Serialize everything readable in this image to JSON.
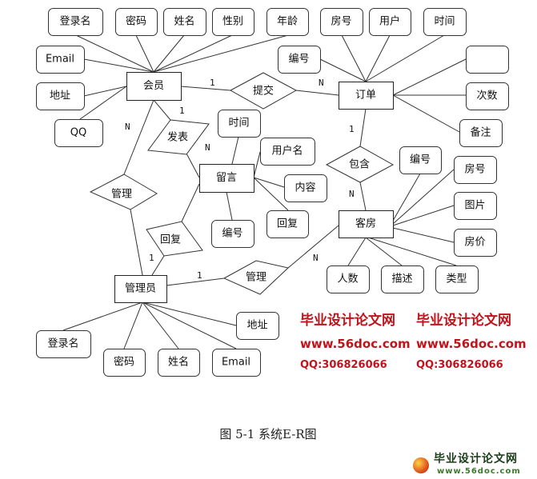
{
  "entities": {
    "member": "会员",
    "order": "订单",
    "message": "留言",
    "room": "客房",
    "admin": "管理员"
  },
  "attributes": {
    "member": [
      "登录名",
      "密码",
      "姓名",
      "性别",
      "年龄",
      "Email",
      "地址",
      "QQ"
    ],
    "order": [
      "房号",
      "用户",
      "时间",
      "编号",
      "",
      "次数",
      "备注"
    ],
    "message": [
      "时间",
      "用户名",
      "内容",
      "回复",
      "编号"
    ],
    "room": [
      "编号",
      "房号",
      "图片",
      "房价",
      "人数",
      "描述",
      "类型"
    ],
    "admin": [
      "登录名",
      "密码",
      "姓名",
      "Email",
      "地址"
    ]
  },
  "relationships": {
    "submit": "提交",
    "publish": "发表",
    "manage_member": "管理",
    "reply": "回复",
    "contain": "包含",
    "manage_room": "管理"
  },
  "cardinalities": {
    "member_submit": "1",
    "submit_order": "N",
    "member_publish": "1",
    "publish_message": "N",
    "member_manage": "N",
    "order_contain": "1",
    "contain_room": "N",
    "reply_admin": "1",
    "admin_manage": "1",
    "manage_room": "N"
  },
  "caption": "图 5-1 系统E-R图",
  "watermarks": {
    "site_cn": "毕业设计论文网",
    "site_url": "www.56doc.com",
    "qq": "QQ:306826066"
  },
  "logo": {
    "title": "毕业设计论文网",
    "url": "www.56doc.com"
  }
}
